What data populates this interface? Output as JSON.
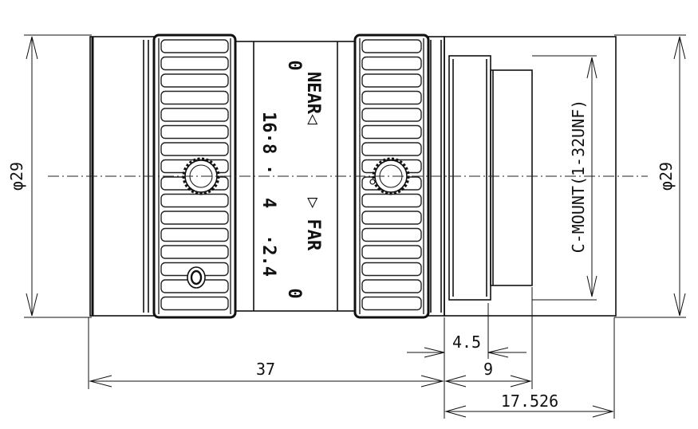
{
  "dimensions": {
    "left_diameter": "φ29",
    "right_diameter": "φ29",
    "overall_length": "37",
    "flange_4_5": "4.5",
    "flange_9": "9",
    "flange_17_526": "17.526"
  },
  "mount_label": "C-MOUNT(1-32UNF)",
  "focus_scale": {
    "near": "NEAR◁",
    "far": "▷ FAR",
    "near_zero": "0",
    "far_zero": "0"
  },
  "aperture_scale": {
    "f16": "16·",
    "f8": "8",
    "f5_6": "·",
    "f4": "4",
    "f2_4": "·2.4"
  }
}
